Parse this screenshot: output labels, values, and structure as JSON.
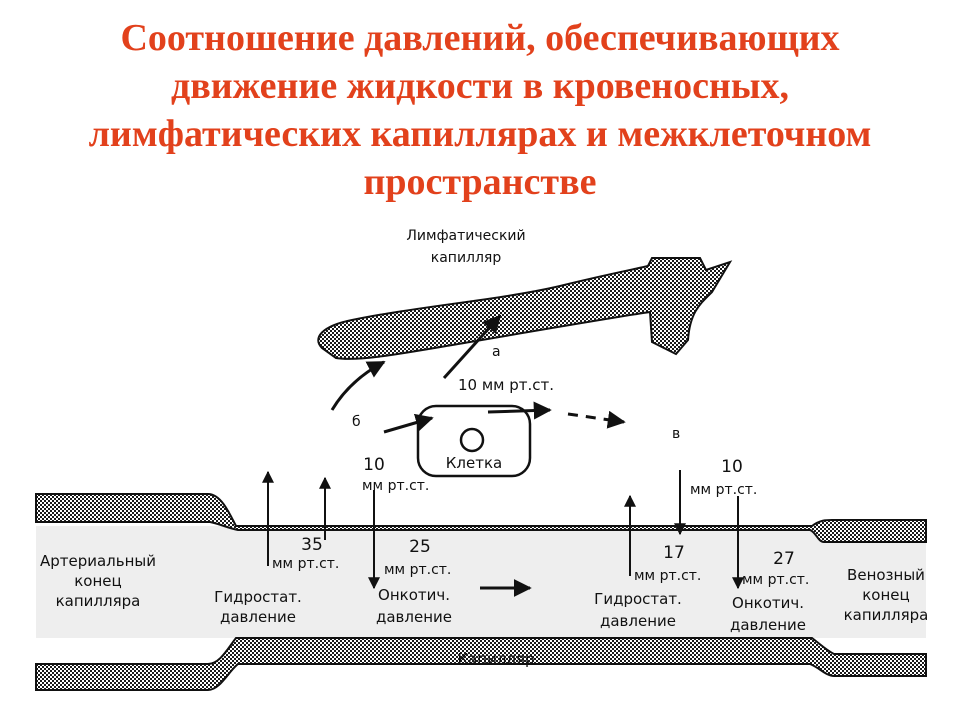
{
  "title_lines": [
    "Соотношение давлений, обеспечивающих",
    "движение жидкости в кровеносных,",
    "лимфатических капиллярах и межклеточном",
    "пространстве"
  ],
  "labels": {
    "lymph_capillary": [
      "Лимфатический",
      "капилляр"
    ],
    "point_a": "а",
    "point_b": "б",
    "point_v": "в",
    "lymph_pressure": "10 мм рт.ст.",
    "cell": "Клетка",
    "left_onc_num": "10",
    "left_onc_unit": "мм рт.ст.",
    "right_onc_num": "10",
    "right_onc_unit": "мм рт.ст.",
    "arterial_end": [
      "Артериальный",
      "конец",
      "капилляра"
    ],
    "venous_end": [
      "Венозный",
      "конец",
      "капилляра"
    ],
    "art_hydro_num": "35",
    "art_hydro_unit": "мм рт.ст.",
    "art_onc_num": "25",
    "art_onc_unit": "мм рт.ст.",
    "ven_hydro_num": "17",
    "ven_hydro_unit": "мм рт.ст.",
    "ven_onc_num": "27",
    "ven_onc_unit": "мм рт.ст.",
    "art_hydro_name": [
      "Гидростат.",
      "давление"
    ],
    "art_onc_name": [
      "Онкотич.",
      "давление"
    ],
    "ven_hydro_name": [
      "Гидростат.",
      "давление"
    ],
    "ven_onc_name": [
      "Онкотич.",
      "давление"
    ],
    "capillary": "Капилляр"
  },
  "colors": {
    "title": "#e2411c",
    "ink": "#111111",
    "capillary_fill": "#eeeeee"
  }
}
